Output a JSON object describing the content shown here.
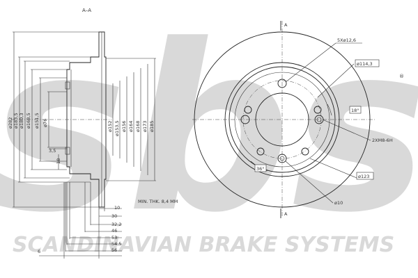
{
  "section_label": "A–A",
  "section_marker": "A",
  "brand_watermark": "sbs",
  "registered_mark": "®",
  "company_watermark": "SCANDINAVIAN BRAKE SYSTEMS",
  "min_thickness_note": "MIN. THK. 8,4 MM",
  "diameters_left": [
    "ø282",
    "ø183,5",
    "ø180,3",
    "ø168,5",
    "ø151,5",
    "ø76"
  ],
  "diameters_right": [
    "ø152",
    "ø153,5",
    "ø156",
    "ø164",
    "ø168",
    "ø173",
    "ø185"
  ],
  "small_dims": {
    "d35": "3,5",
    "d18": "18"
  },
  "axial_dims": [
    "10",
    "30",
    "32,2",
    "46",
    "53",
    "54,5",
    "56"
  ],
  "six": "6",
  "front_labels": {
    "bolt_holes": "5Xø12,6",
    "pcd": "ø114,3",
    "angle18": "18°",
    "thread_holes": "2XM8-6H",
    "d123": "ø123",
    "angle36": "36°",
    "d10": "ø10"
  }
}
